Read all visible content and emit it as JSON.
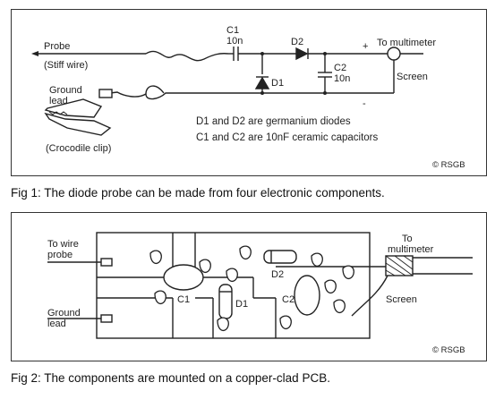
{
  "fig1": {
    "probe_label": "Probe",
    "stiff_wire_label": "(Stiff wire)",
    "ground_label_1": "Ground",
    "ground_label_2": "lead",
    "croc_label": "(Crocodile clip)",
    "c1_name": "C1",
    "c1_value": "10n",
    "d1_name": "D1",
    "d2_name": "D2",
    "c2_name": "C2",
    "c2_value": "10n",
    "plus": "+",
    "minus": "-",
    "to_multimeter": "To multimeter",
    "screen": "Screen",
    "note_1": "D1 and D2 are germanium diodes",
    "note_2": "C1 and C2 are 10nF ceramic capacitors",
    "copyright": "© RSGB"
  },
  "caption1": "Fig 1: The diode probe can be made from four electronic components.",
  "fig2": {
    "to_wire_probe_1": "To wire",
    "to_wire_probe_2": "probe",
    "ground_1": "Ground",
    "ground_2": "lead",
    "c1": "C1",
    "d1": "D1",
    "d2": "D2",
    "c2": "C2",
    "to_1": "To",
    "multimeter": "multimeter",
    "screen": "Screen",
    "copyright": "© RSGB"
  },
  "caption2": "Fig 2: The components are mounted on  a copper-clad PCB."
}
